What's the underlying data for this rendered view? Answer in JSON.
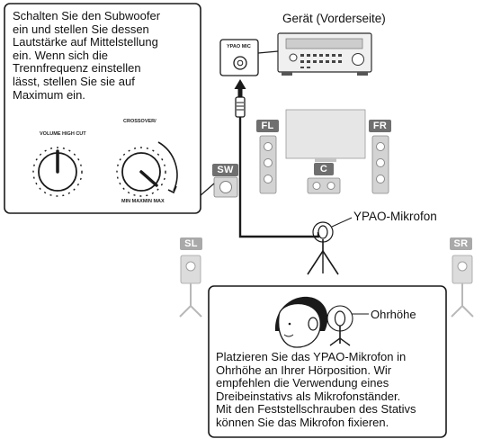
{
  "subwoofer_note": {
    "lines": [
      "Schalten Sie den Subwoofer",
      "ein und stellen Sie dessen",
      "Lautstärke auf Mittelstellung",
      "ein. Wenn sich die",
      "Trennfrequenz einstellen",
      "lässt, stellen Sie sie auf",
      "Maximum ein."
    ],
    "knob_volume_label": "VOLUME HIGH CUT",
    "knob_crossover_label": "CROSSOVER/",
    "knob_crossover_range": "MIN MAXMIN MAX"
  },
  "device": {
    "title": "Gerät (Vorderseite)",
    "jack_label": "YPAO MIC"
  },
  "speakers": {
    "fl": "FL",
    "fr": "FR",
    "c": "C",
    "sw": "SW",
    "sl": "SL",
    "sr": "SR"
  },
  "mic_label": "YPAO-Mikrofon",
  "placement_note": {
    "ear_label": "Ohrhöhe",
    "lines": [
      "Platzieren Sie das YPAO-Mikrofon in",
      "Ohrhöhe an Ihrer Hörposition. Wir",
      "empfehlen die Verwendung eines",
      "Dreibeinstativs als Mikrofonständer.",
      "Mit den Feststellschrauben des Stativs",
      "können Sie das Mikrofon fixieren."
    ]
  },
  "colors": {
    "front_tag": "#6f6f6f",
    "surround_tag": "#a9a9a9",
    "line": "#1a1a1a"
  }
}
